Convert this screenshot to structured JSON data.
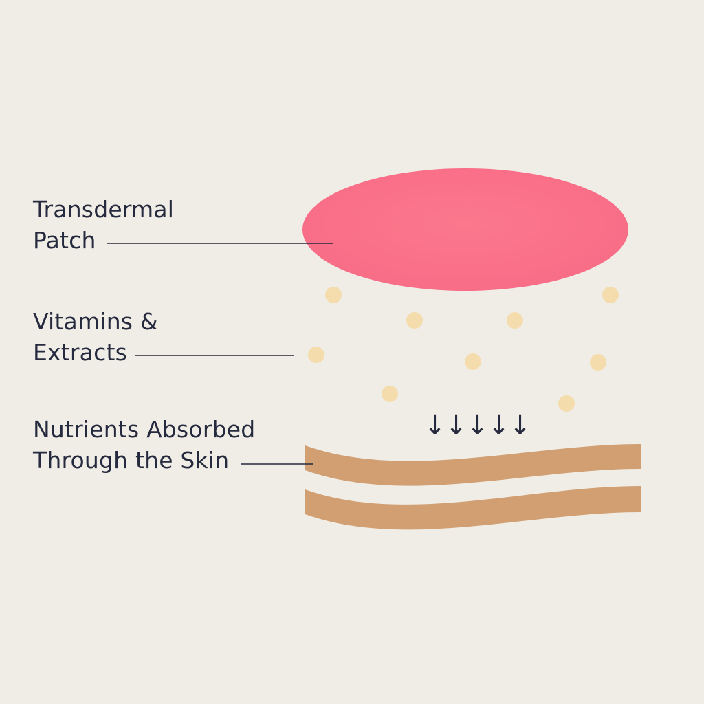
{
  "labels": {
    "patch": {
      "line1": "Transdermal",
      "line2": "Patch"
    },
    "vitamins": {
      "line1": "Vitamins &",
      "line2": "Extracts"
    },
    "nutrients": {
      "line1": "Nutrients Absorbed",
      "line2": "Through the Skin"
    }
  },
  "arrows": {
    "glyphs": "↓↓↓↓↓"
  },
  "colors": {
    "background": "#F0EDE6",
    "patch": "#FA7088",
    "particle": "#F5DCAC",
    "skin": "#D19F72",
    "text": "#262A3E",
    "leader": "#262A3E"
  }
}
